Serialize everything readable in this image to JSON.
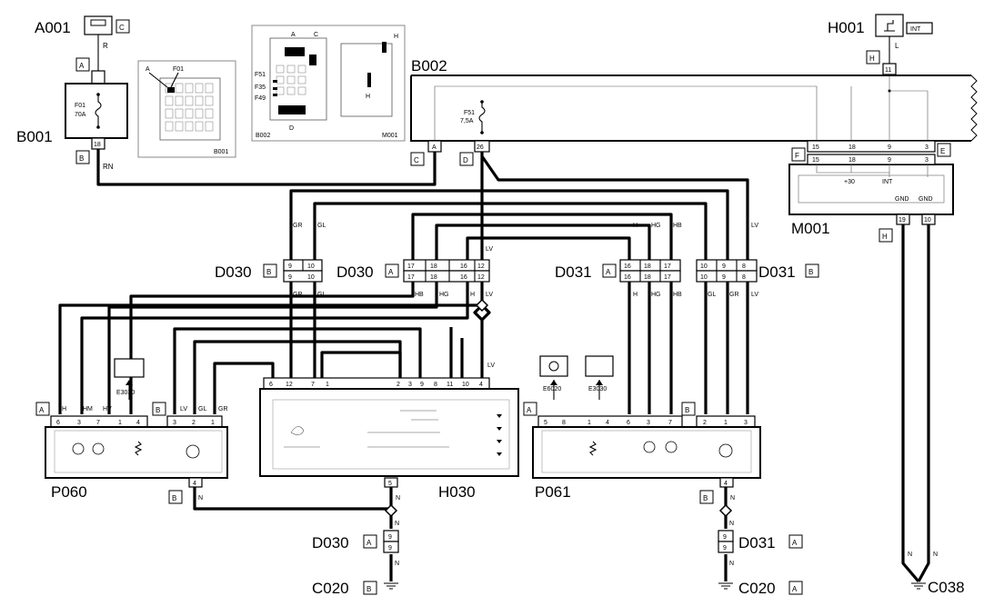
{
  "components": {
    "A001": {
      "id": "A001",
      "tag": "C",
      "wire": "R",
      "conn": "A"
    },
    "B001": {
      "id": "B001",
      "fuse": "F01",
      "rating": "70A",
      "pin": "18",
      "conn": "B",
      "wire": "RN"
    },
    "B002": {
      "id": "B002",
      "fuse": "F51",
      "rating": "7,5A",
      "conn_a": "C",
      "conn_b": "D",
      "pin_a": "A",
      "pin_b": "26"
    },
    "H001": {
      "id": "H001",
      "tag": "INT",
      "wire": "L",
      "conn": "H",
      "pin": "11"
    },
    "M001": {
      "id": "M001",
      "conn_f": "F",
      "conn_e": "E",
      "conn_h": "H",
      "pins_top": [
        "15",
        "18",
        "9",
        "3"
      ],
      "pins_inner": [
        "15",
        "18",
        "9",
        "3"
      ],
      "label_30": "+30",
      "label_int": "INT",
      "gnd1": "GND",
      "gnd2": "GND",
      "pin_19": "19",
      "pin_10": "10"
    },
    "P060": {
      "id": "P060",
      "conn_a": "A",
      "conn_b": "B",
      "conn_b2": "B",
      "pins_a": [
        "6",
        "3",
        "7",
        "1",
        "4"
      ],
      "wires_a": [
        "H",
        "HM",
        "HV"
      ],
      "pins_b": [
        "3",
        "2",
        "1"
      ],
      "wires_b": [
        "LV",
        "GL",
        "GR"
      ],
      "pin_bottom": "4",
      "wire_bottom": "N",
      "ref": "E3030"
    },
    "P061": {
      "id": "P061",
      "conn_a": "A",
      "conn_b": "B",
      "conn_b2": "B",
      "pins_a": [
        "5",
        "8",
        "1",
        "4",
        "6",
        "3",
        "7"
      ],
      "pins_b": [
        "2",
        "1",
        "3"
      ],
      "pin_bottom": "4",
      "wire_bottom": "N",
      "ref1": "E6020",
      "ref2": "E3030"
    },
    "H030": {
      "id": "H030",
      "pins": [
        "6",
        "12",
        "7",
        "1",
        "2",
        "3",
        "9",
        "8",
        "11",
        "10",
        "4"
      ],
      "pin_bottom": "5",
      "wire_bottom": "N",
      "wire_lv": "LV"
    },
    "D030_B": {
      "id": "D030",
      "tag": "B",
      "pins": [
        "9",
        "10"
      ],
      "wires_top": [
        "GR",
        "GL"
      ],
      "wires_bot": [
        "GR",
        "GL"
      ]
    },
    "D030_A": {
      "id": "D030",
      "tag": "A",
      "pins": [
        "17",
        "18",
        "16",
        "12"
      ],
      "wires_top": [
        "LV"
      ],
      "wires_bot": [
        "HB",
        "HG",
        "H",
        "LV"
      ]
    },
    "D031_A": {
      "id": "D031",
      "tag": "A",
      "pins": [
        "16",
        "18",
        "17"
      ],
      "wires_top": [
        "H",
        "HG",
        "HB"
      ],
      "wires_bot": [
        "H",
        "HG",
        "HB"
      ]
    },
    "D031_B": {
      "id": "D031",
      "tag": "B",
      "pins": [
        "10",
        "9",
        "8"
      ],
      "wires_top": [
        "LV"
      ],
      "wires_bot": [
        "GL",
        "GR",
        "LV"
      ]
    },
    "D030_low": {
      "id": "D030",
      "tag": "A",
      "pins": [
        "9",
        "9"
      ],
      "wire": "N"
    },
    "D031_low": {
      "id": "D031",
      "tag": "A",
      "pins": [
        "9",
        "9"
      ],
      "wire": "N"
    },
    "C020_B": {
      "id": "C020",
      "tag": "B"
    },
    "C020_A": {
      "id": "C020",
      "tag": "A"
    },
    "C038": {
      "id": "C038",
      "wire": "N"
    }
  },
  "inset_b001": {
    "label": "B001",
    "fuse": "F01",
    "mark": "A"
  },
  "inset_b002": {
    "labels": [
      "A",
      "C",
      "F51",
      "F35",
      "F49",
      "D",
      "H",
      "H"
    ],
    "left_label": "B002",
    "right_label": "M001"
  },
  "wire_labels": {
    "n1": "N",
    "n2": "N",
    "n3": "N",
    "n4": "N",
    "n5": "N",
    "n6": "N"
  },
  "colors": {
    "ink": "#000000",
    "background": "#ffffff"
  }
}
